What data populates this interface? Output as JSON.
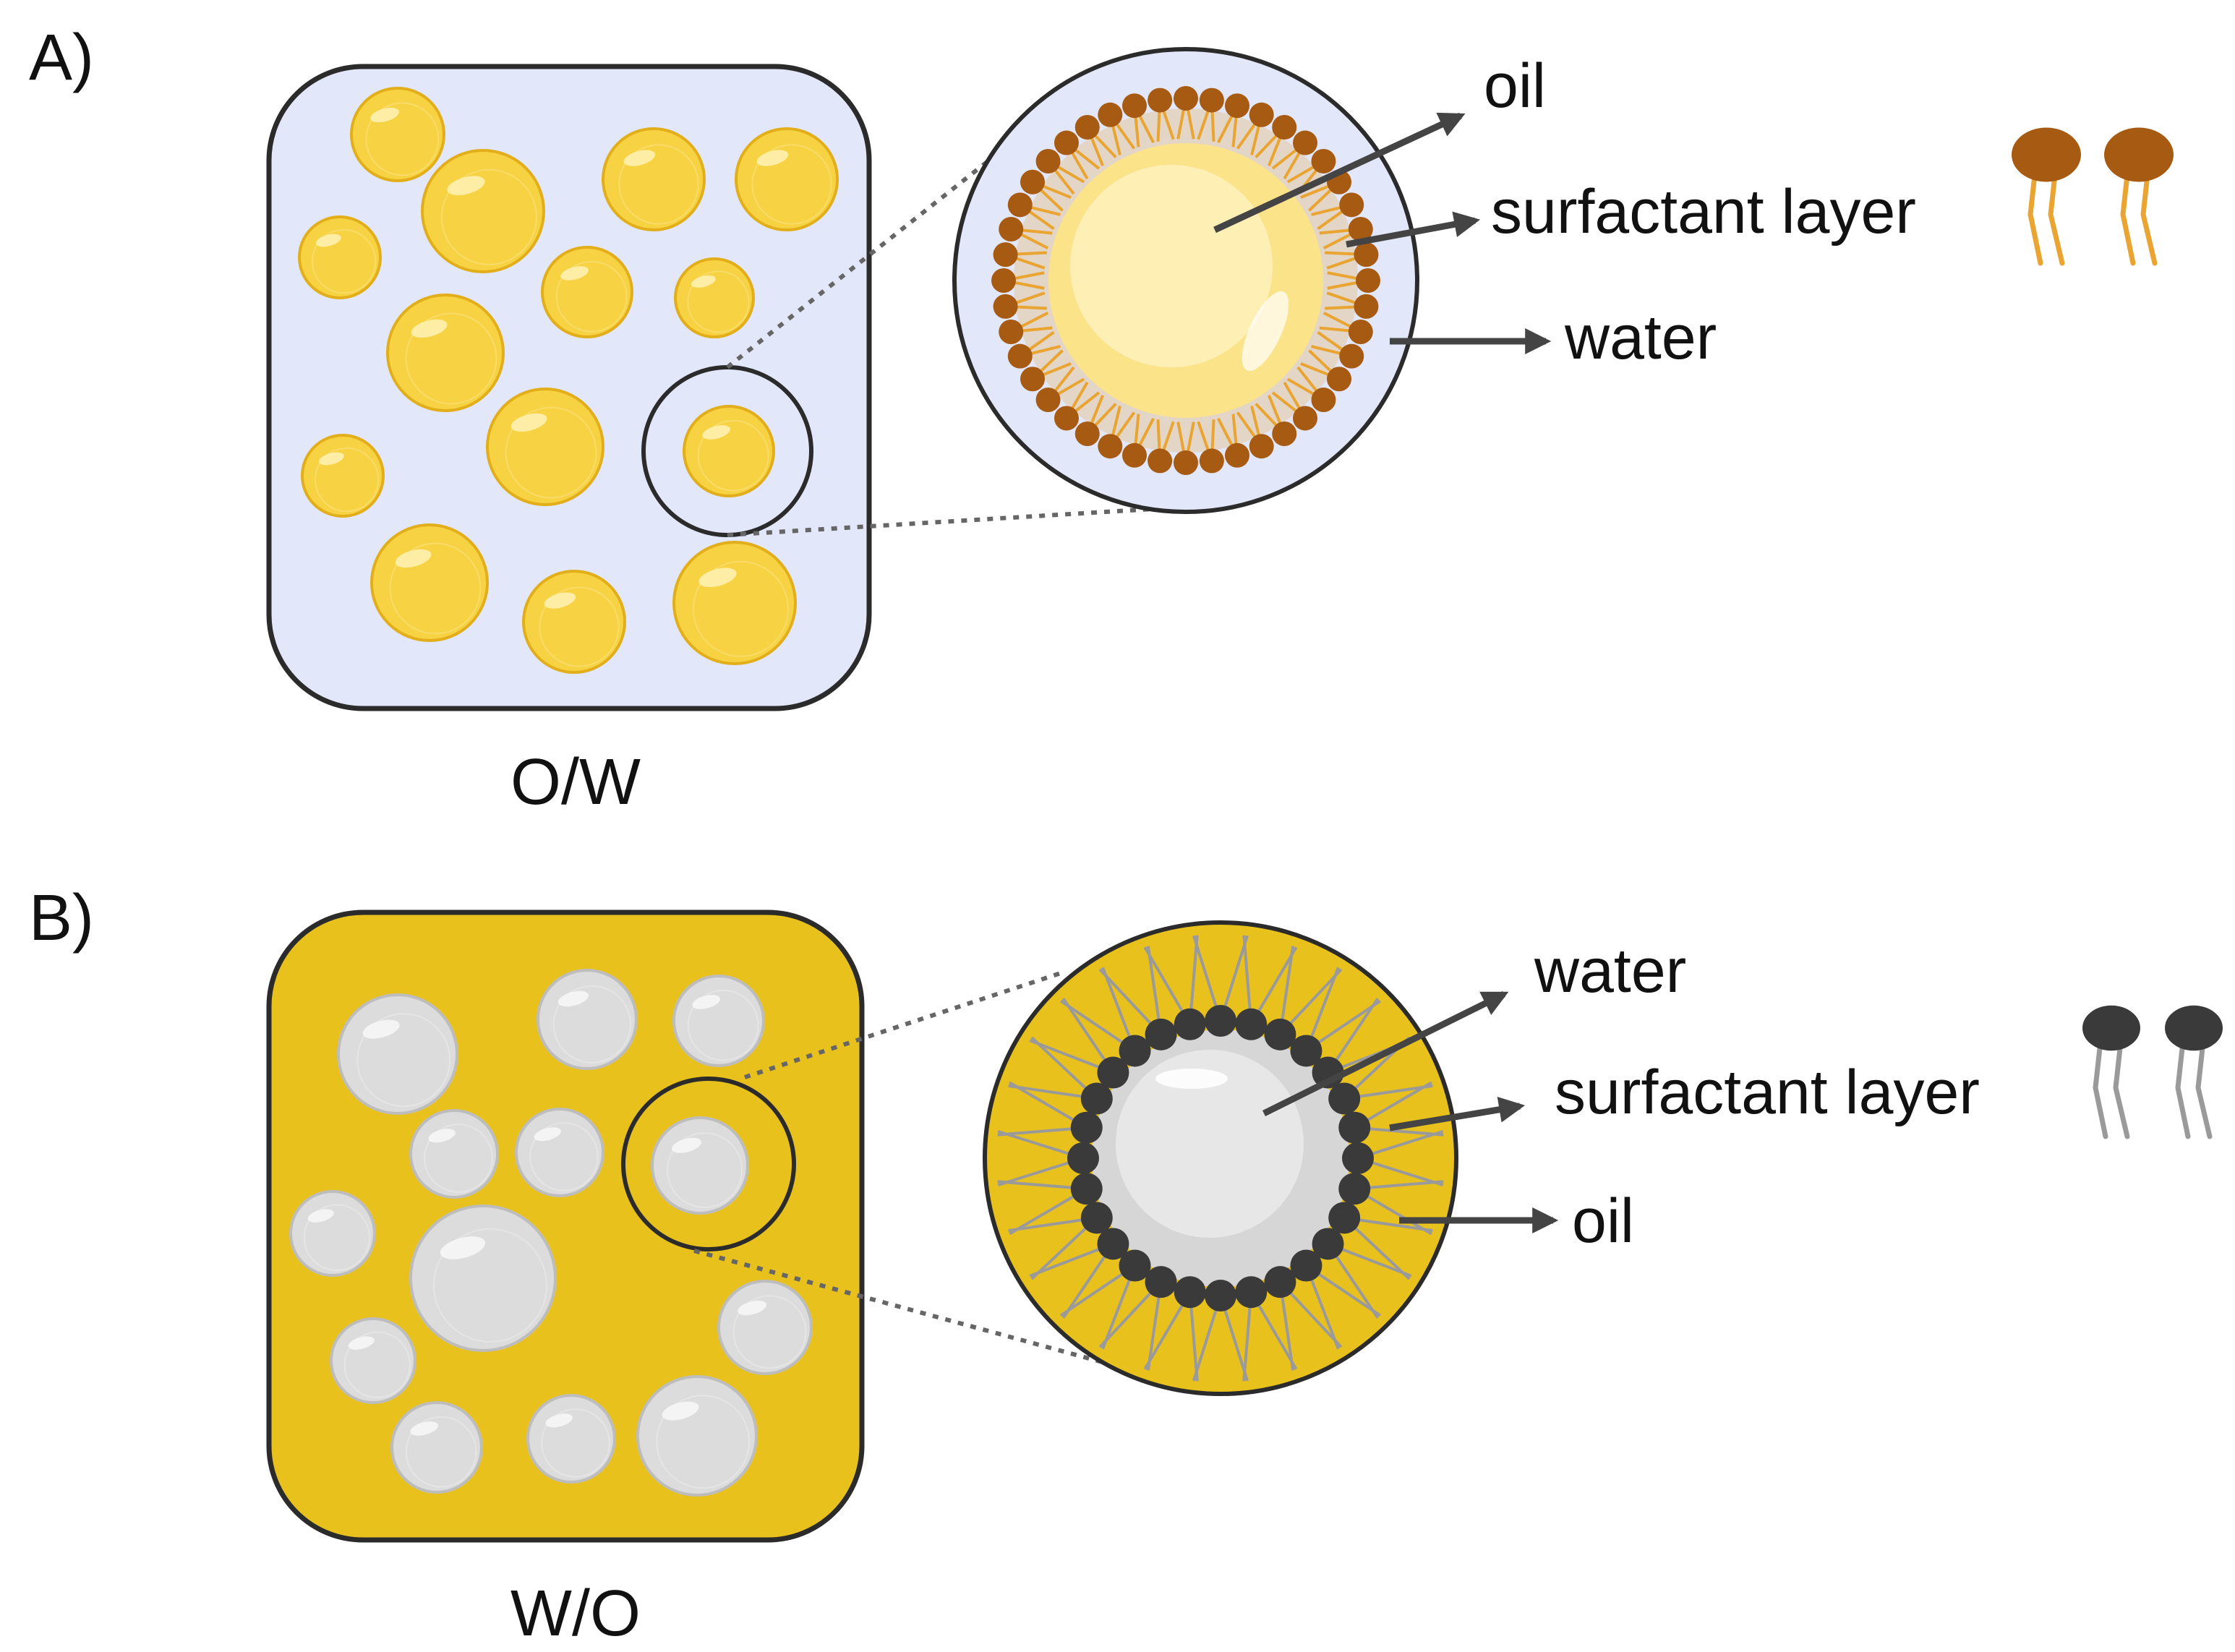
{
  "panels": [
    {
      "id": "A",
      "label": "A)",
      "caption": "O/W",
      "labels": {
        "core": "oil",
        "surfactant": "surfactant layer",
        "medium": "water"
      },
      "colors": {
        "medium": "#e3e7fa",
        "droplet": "#f7d243",
        "droplet_edge": "#e2ae1a",
        "droplet_highlight": "#fdf0b0",
        "core": "#fbe38a",
        "core_light": "#fff4c6",
        "head": "#a65a12",
        "tail": "#e9a431",
        "zoom_fill": "#e3e7fa"
      },
      "icon": "surfactant-molecule-icon"
    },
    {
      "id": "B",
      "label": "B)",
      "caption": "W/O",
      "labels": {
        "core": "water",
        "surfactant": "surfactant layer",
        "medium": "oil"
      },
      "colors": {
        "medium": "#e8c11d",
        "droplet": "#dcdcdc",
        "droplet_edge": "#bdbdbd",
        "droplet_highlight": "#f6f6f6",
        "core": "#d6d6d6",
        "core_light": "#f2f2f2",
        "head": "#3a3a3a",
        "tail": "#9a9a9a",
        "zoom_fill": "#e8c11d"
      },
      "icon": "surfactant-molecule-icon"
    }
  ]
}
